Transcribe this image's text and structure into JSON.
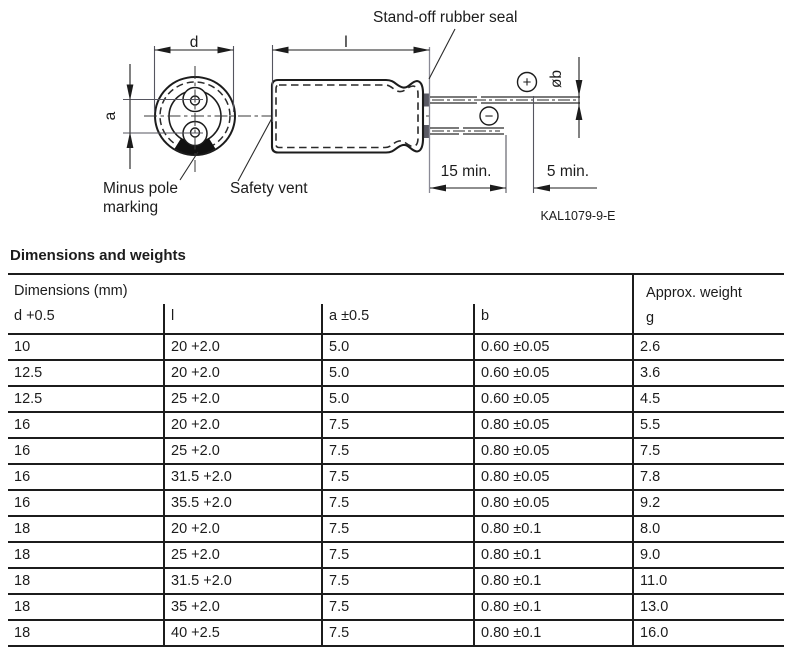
{
  "drawing": {
    "standoff_label": "Stand-off rubber seal",
    "diameter_label": "d",
    "length_label": "l",
    "lead_spacing_label": "a",
    "lead_diameter_label": "øb",
    "plus_symbol": "+",
    "minus_symbol": "−",
    "min_lead_length_label": "15 min.",
    "min_lead_diff_label": "5 min.",
    "minus_pole_label_line1": "Minus pole",
    "minus_pole_label_line2": "marking",
    "safety_vent_label": "Safety vent",
    "figure_code": "KAL1079-9-E"
  },
  "section_title": "Dimensions and weights",
  "table": {
    "group_headers": {
      "dimensions": "Dimensions (mm)",
      "weight": "Approx. weight",
      "weight_unit": "g"
    },
    "columns": [
      "d +0.5",
      "l",
      "a ±0.5",
      "b"
    ],
    "rows": [
      [
        "10",
        "20 +2.0",
        "5.0",
        "0.60 ±0.05",
        "2.6"
      ],
      [
        "12.5",
        "20 +2.0",
        "5.0",
        "0.60 ±0.05",
        "3.6"
      ],
      [
        "12.5",
        "25 +2.0",
        "5.0",
        "0.60 ±0.05",
        "4.5"
      ],
      [
        "16",
        "20 +2.0",
        "7.5",
        "0.80 ±0.05",
        "5.5"
      ],
      [
        "16",
        "25 +2.0",
        "7.5",
        "0.80 ±0.05",
        "7.5"
      ],
      [
        "16",
        "31.5 +2.0",
        "7.5",
        "0.80 ±0.05",
        "7.8"
      ],
      [
        "16",
        "35.5 +2.0",
        "7.5",
        "0.80 ±0.05",
        "9.2"
      ],
      [
        "18",
        "20 +2.0",
        "7.5",
        "0.80 ±0.1",
        "8.0"
      ],
      [
        "18",
        "25 +2.0",
        "7.5",
        "0.80 ±0.1",
        "9.0"
      ],
      [
        "18",
        "31.5 +2.0",
        "7.5",
        "0.80 ±0.1",
        "11.0"
      ],
      [
        "18",
        "35 +2.0",
        "7.5",
        "0.80 ±0.1",
        "13.0"
      ],
      [
        "18",
        "40 +2.5",
        "7.5",
        "0.80 ±0.1",
        "16.0"
      ]
    ]
  }
}
